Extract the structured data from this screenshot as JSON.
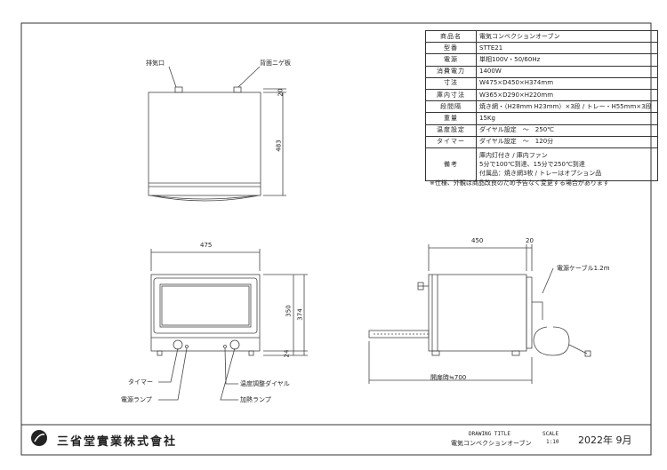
{
  "spec_table": [
    {
      "key": "商品名",
      "value": "電気コンベクションオーブン"
    },
    {
      "key": "型番",
      "value": "STTE21"
    },
    {
      "key": "電源",
      "value": "単相100V・50/60Hz"
    },
    {
      "key": "消費電力",
      "value": "1400W"
    },
    {
      "key": "寸法",
      "value": "W475×D450×H374mm"
    },
    {
      "key": "庫内寸法",
      "value": "W365×D290×H220mm"
    },
    {
      "key": "段間隔",
      "value": "焼き網・（H28mm H23mm）×3段 / トレー・H55mm×3段"
    },
    {
      "key": "重量",
      "value": "15Kg"
    },
    {
      "key": "温度設定",
      "value": "ダイヤル設定　～　250℃"
    },
    {
      "key": "タイマー",
      "value": "ダイヤル設定　～　120分"
    },
    {
      "key": "備考",
      "lines": [
        "庫内灯付き / 庫内ファン",
        "5分で100℃到達、15分で250℃到達",
        "付属品：焼き網3枚 / トレーはオプション品"
      ]
    }
  ],
  "spec_note": "※仕様、外観は商品改良のため予告なく変更する場合があります",
  "labels": {
    "exhaust": "排気口",
    "back_clip": "背面ニゲ板",
    "timer": "タイマー",
    "power_lamp": "電源ランプ",
    "temp_dial": "温度調整ダイヤル",
    "heat_lamp": "加熱ランプ",
    "cable": "電源ケーブル1.2m"
  },
  "dims": {
    "top_depth": "483",
    "top_small": "20",
    "front_width": "475",
    "front_h_inner": "350",
    "front_h_total": "374",
    "front_feet": "24",
    "side_depth": "450",
    "side_back": "20",
    "side_open": "開扉時≒700"
  },
  "title_block": {
    "company": "三省堂實業株式會社",
    "drawing_title_label": "DRAWING TITLE",
    "drawing_title": "電気コンベクションオーブン",
    "scale_label": "SCALE",
    "scale": "1:10",
    "date": "2022年 9月"
  }
}
